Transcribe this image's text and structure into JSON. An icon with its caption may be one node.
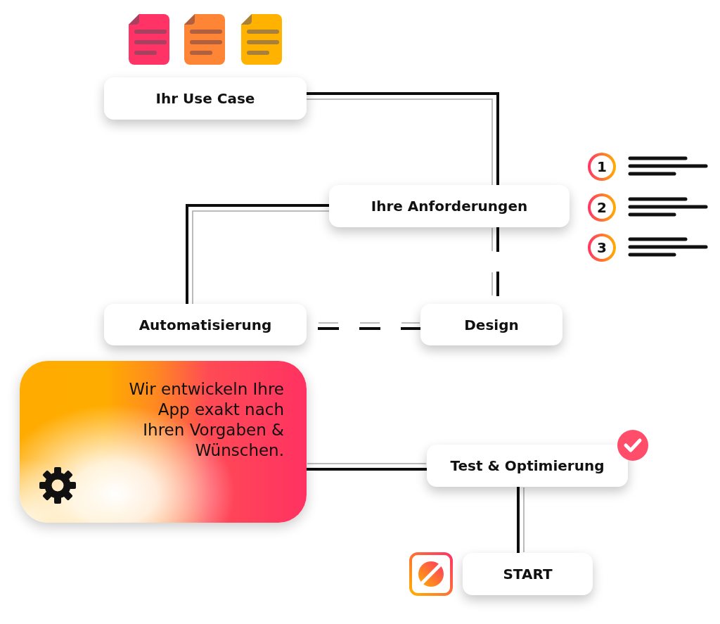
{
  "diagram": {
    "nodes": [
      {
        "text": [
          "Ihr Use Case"
        ]
      },
      {
        "text": [
          "Ihre Anforderungen"
        ]
      },
      {
        "text": [
          "Automatisierung"
        ]
      },
      {
        "text": [
          "Design"
        ]
      },
      {
        "text": [
          "Wir entwickeln Ihre App exakt nach Ihren Vorgaben & Wünschen."
        ]
      },
      {
        "text": [
          "Test & Optimierung"
        ]
      },
      {
        "text": [
          "START"
        ]
      },
      {
        "text": [
          "1"
        ]
      },
      {
        "text": [
          "2"
        ]
      },
      {
        "text": [
          "3"
        ]
      }
    ],
    "edges": [
      {
        "from": 0,
        "to": 1,
        "arrow": "none"
      },
      {
        "from": 1,
        "to": 2,
        "arrow": "none"
      },
      {
        "from": 1,
        "to": 3,
        "arrow": "none",
        "style": "dashed"
      },
      {
        "from": 2,
        "to": 3,
        "arrow": "none",
        "style": "dashed"
      },
      {
        "from": 4,
        "to": 5,
        "arrow": "none"
      },
      {
        "from": 5,
        "to": 6,
        "arrow": "none"
      }
    ]
  }
}
